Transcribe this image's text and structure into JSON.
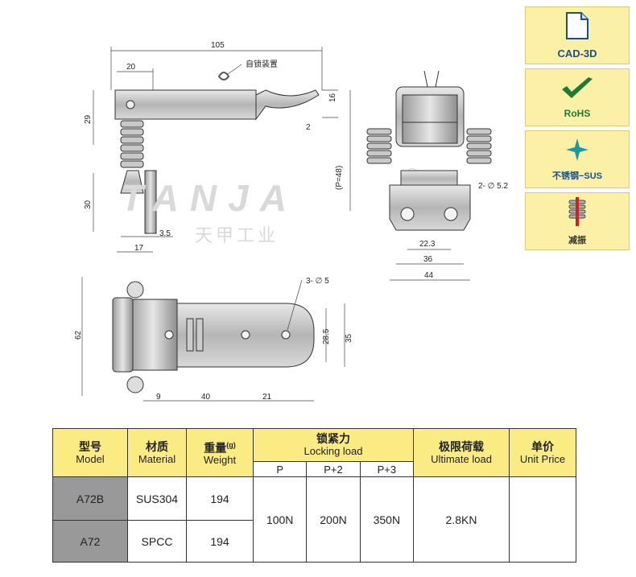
{
  "annotations": {
    "self_lock_label": "自锁装置",
    "registered": "®",
    "watermark": "TANJA",
    "watermark_cn": "天甲工业"
  },
  "dims": {
    "top_width": "105",
    "top_offset": "20",
    "height_29": "29",
    "height_30": "30",
    "lever_16": "16",
    "gap_2": "2",
    "p_48": "(P=48)",
    "w_3_5": "3.5",
    "w_17": "17",
    "holes_side": "2- ∅ 5.2",
    "w_22_3": "22.3",
    "w_36": "36",
    "w_44": "44",
    "holes_plan": "3- ∅ 5",
    "h_62": "62",
    "h_28_5": "28.5",
    "h_35": "35",
    "w_9": "9",
    "w_40": "40",
    "w_21": "21"
  },
  "sidebar": {
    "cad": "CAD-3D",
    "rohs": "RoHS",
    "sus": "不锈钢−SUS",
    "damping": "减振"
  },
  "table": {
    "headers": {
      "model_cn": "型号",
      "model_en": "Model",
      "material_cn": "材质",
      "material_en": "Material",
      "weight_cn": "重量",
      "weight_en": "Weight",
      "weight_unit": "(g)",
      "lock_cn": "锁紧力",
      "lock_en": "Locking load",
      "ult_cn": "极限荷载",
      "ult_en": "Ultimate load",
      "price_cn": "单价",
      "price_en": "Unit Price"
    },
    "sub_headers": [
      "P",
      "P+2",
      "P+3"
    ],
    "rows": [
      {
        "model": "A72B",
        "material": "SUS304",
        "weight": "194"
      },
      {
        "model": "A72",
        "material": "SPCC",
        "weight": "194"
      }
    ],
    "locking": [
      "100N",
      "200N",
      "350N"
    ],
    "ultimate": "2.8KN"
  },
  "colors": {
    "header_bg": "#fbeb83",
    "model_bg": "#999999",
    "tile_bg": "#fbf0a6",
    "cad_blue": "#1a4f8f",
    "rohs_green": "#1f7a37"
  }
}
